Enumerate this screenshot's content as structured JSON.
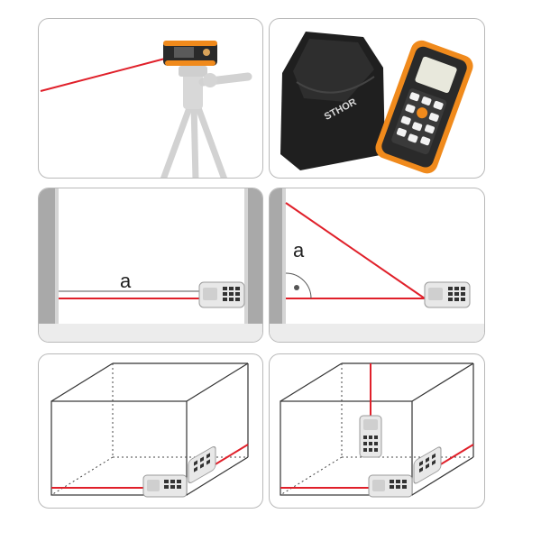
{
  "panels": {
    "tripod": {},
    "kit": {
      "brand_label": "STHOR"
    },
    "horizontal": {
      "distance_label": "a"
    },
    "angle": {
      "distance_label": "a"
    },
    "room_corner": {},
    "room_vertical": {}
  },
  "colors": {
    "laser": "#e0202a",
    "device_orange": "#f08a1c",
    "device_dark": "#2a2a2a",
    "outline": "#b9b9b9",
    "wall": "#a9a9a9",
    "floor": "#ececec"
  }
}
